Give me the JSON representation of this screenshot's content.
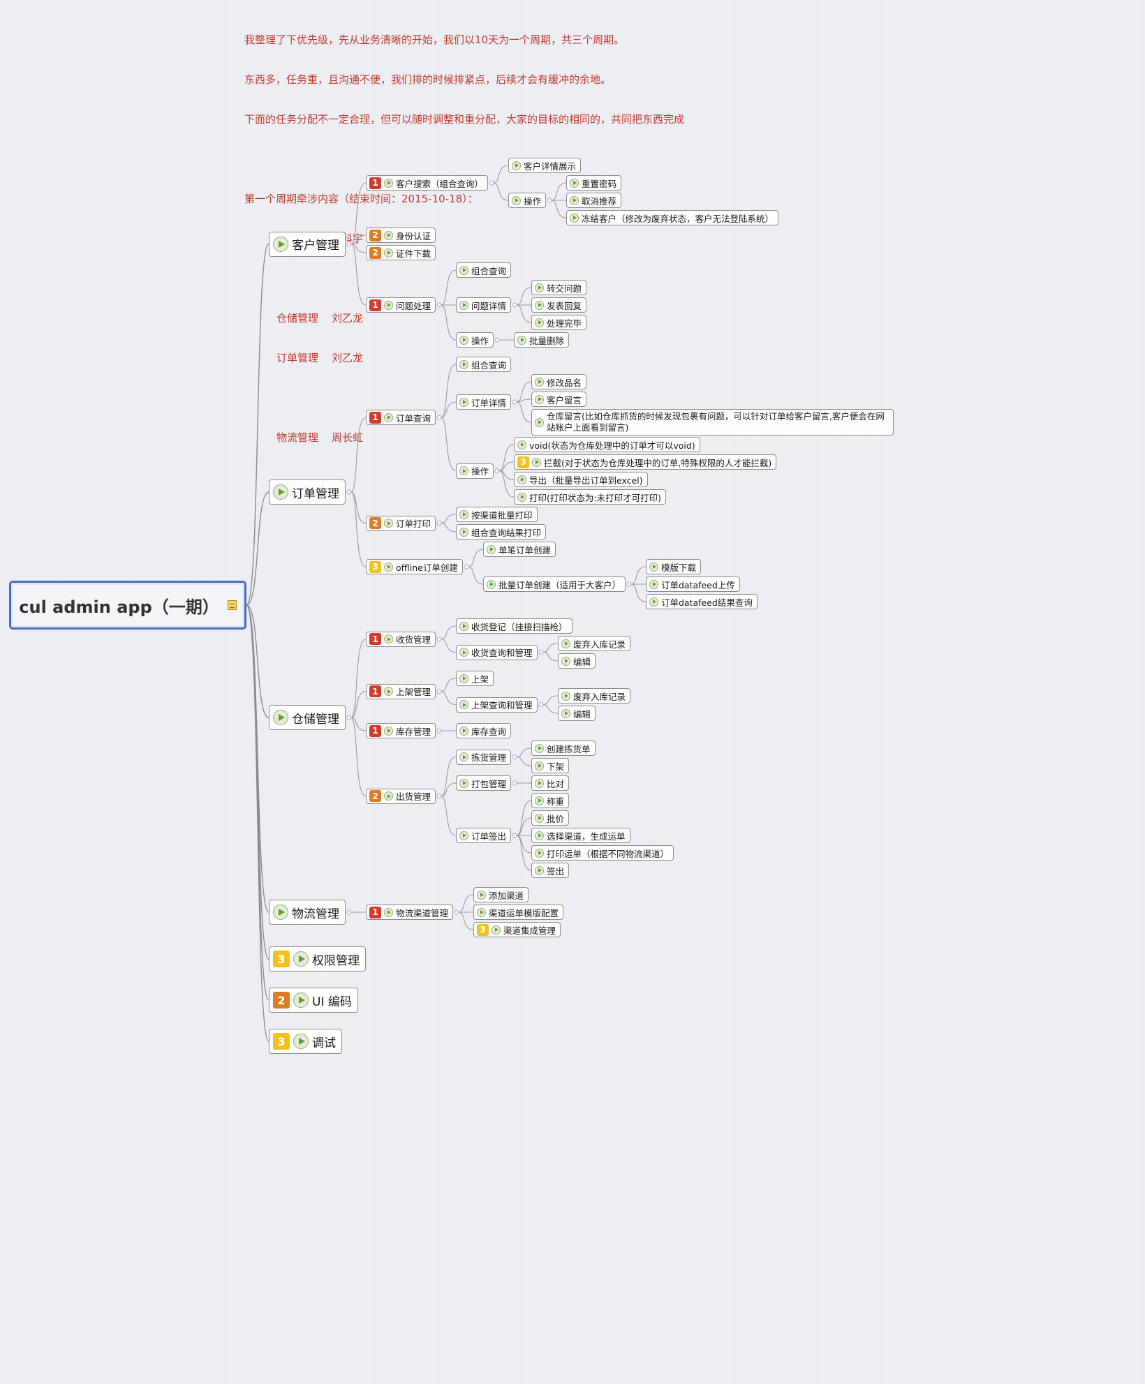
{
  "note": {
    "line1": "我整理了下优先级，先从业务清晰的开始，我们以10天为一个周期，共三个周期。",
    "line2": "东西多，任务重，且沟通不便，我们排的时候排紧点，后续才会有缓冲的余地。",
    "line3": "下面的任务分配不一定合理，但可以随时调整和重分配，大家的目标的相同的，共同把东西完成",
    "cycle_title": "第一个周期牵涉内容（结束时间：2015-10-18）：",
    "assign1": "客户管理    朱科宇",
    "assign2": "仓储管理    刘乙龙",
    "assign3": "订单管理    刘乙龙",
    "assign4": "物流管理    周长虹"
  },
  "root": {
    "label": "cul admin app（一期）",
    "icon": "note-icon"
  },
  "colors": {
    "root_border": "#4a6ebd",
    "note_text": "#c0392b",
    "p1": "#d23a2c",
    "p2": "#e07b21",
    "p3": "#f2c21a"
  },
  "tree": [
    {
      "label": "客户管理",
      "children": [
        {
          "label": "客户搜索（组合查询）",
          "p": 1,
          "children": [
            {
              "label": "客户详情展示"
            },
            {
              "label": "操作",
              "children": [
                {
                  "label": "重置密码"
                },
                {
                  "label": "取消推荐"
                },
                {
                  "label": "冻结客户（修改为废弃状态，客户无法登陆系统）"
                }
              ]
            }
          ]
        },
        {
          "label": "身份认证",
          "p": 2
        },
        {
          "label": "证件下载",
          "p": 2
        },
        {
          "label": "问题处理",
          "p": 1,
          "children": [
            {
              "label": "组合查询"
            },
            {
              "label": "问题详情",
              "children": [
                {
                  "label": "转交问题"
                },
                {
                  "label": "发表回复"
                },
                {
                  "label": "处理完毕"
                }
              ]
            },
            {
              "label": "操作",
              "children": [
                {
                  "label": "批量删除"
                }
              ]
            }
          ]
        }
      ]
    },
    {
      "label": "订单管理",
      "children": [
        {
          "label": "订单查询",
          "p": 1,
          "children": [
            {
              "label": "组合查询"
            },
            {
              "label": "订单详情",
              "children": [
                {
                  "label": "修改品名"
                },
                {
                  "label": "客户留言"
                },
                {
                  "label": "仓库留言(比如仓库抓货的时候发现包裹有问题，可以针对订单给客户留言,客户便会在网站账户上面看到留言)",
                  "multi": true
                }
              ]
            },
            {
              "label": "操作",
              "children": [
                {
                  "label": "void(状态为仓库处理中的订单才可以void)"
                },
                {
                  "label": "拦截(对于状态为仓库处理中的订单,特殊权限的人才能拦截)",
                  "p": 3
                },
                {
                  "label": "导出（批量导出订单到excel)"
                },
                {
                  "label": "打印(打印状态为:未打印才可打印)"
                }
              ]
            }
          ]
        },
        {
          "label": "订单打印",
          "p": 2,
          "children": [
            {
              "label": "按渠道批量打印"
            },
            {
              "label": "组合查询结果打印"
            }
          ]
        },
        {
          "label": "offline订单创建",
          "p": 3,
          "children": [
            {
              "label": "单笔订单创建"
            },
            {
              "label": "批量订单创建（适用于大客户）",
              "children": [
                {
                  "label": "模版下载"
                },
                {
                  "label": "订单datafeed上传"
                },
                {
                  "label": "订单datafeed结果查询"
                }
              ]
            }
          ]
        }
      ]
    },
    {
      "label": "仓储管理",
      "children": [
        {
          "label": "收货管理",
          "p": 1,
          "children": [
            {
              "label": "收货登记（挂接扫描枪）"
            },
            {
              "label": "收货查询和管理",
              "children": [
                {
                  "label": "废弃入库记录"
                },
                {
                  "label": "编辑"
                }
              ]
            }
          ]
        },
        {
          "label": "上架管理",
          "p": 1,
          "children": [
            {
              "label": "上架"
            },
            {
              "label": "上架查询和管理",
              "children": [
                {
                  "label": "废弃入库记录"
                },
                {
                  "label": "编辑"
                }
              ]
            }
          ]
        },
        {
          "label": "库存管理",
          "p": 1,
          "children": [
            {
              "label": "库存查询"
            }
          ]
        },
        {
          "label": "出货管理",
          "p": 2,
          "children": [
            {
              "label": "拣货管理",
              "children": [
                {
                  "label": "创建拣货单"
                },
                {
                  "label": "下架"
                }
              ]
            },
            {
              "label": "打包管理",
              "children": [
                {
                  "label": "比对"
                }
              ]
            },
            {
              "label": "订单签出",
              "children": [
                {
                  "label": "称重"
                },
                {
                  "label": "批价"
                },
                {
                  "label": "选择渠道，生成运单"
                },
                {
                  "label": "打印运单（根据不同物流渠道）"
                },
                {
                  "label": "签出"
                }
              ]
            }
          ]
        }
      ]
    },
    {
      "label": "物流管理",
      "children": [
        {
          "label": "物流渠道管理",
          "p": 1,
          "children": [
            {
              "label": "添加渠道"
            },
            {
              "label": "渠道运单模版配置"
            },
            {
              "label": "渠道集成管理",
              "p": 3
            }
          ]
        }
      ]
    },
    {
      "label": "权限管理",
      "p": 3
    },
    {
      "label": "UI 编码",
      "p": 2
    },
    {
      "label": "调试",
      "p": 3
    }
  ]
}
